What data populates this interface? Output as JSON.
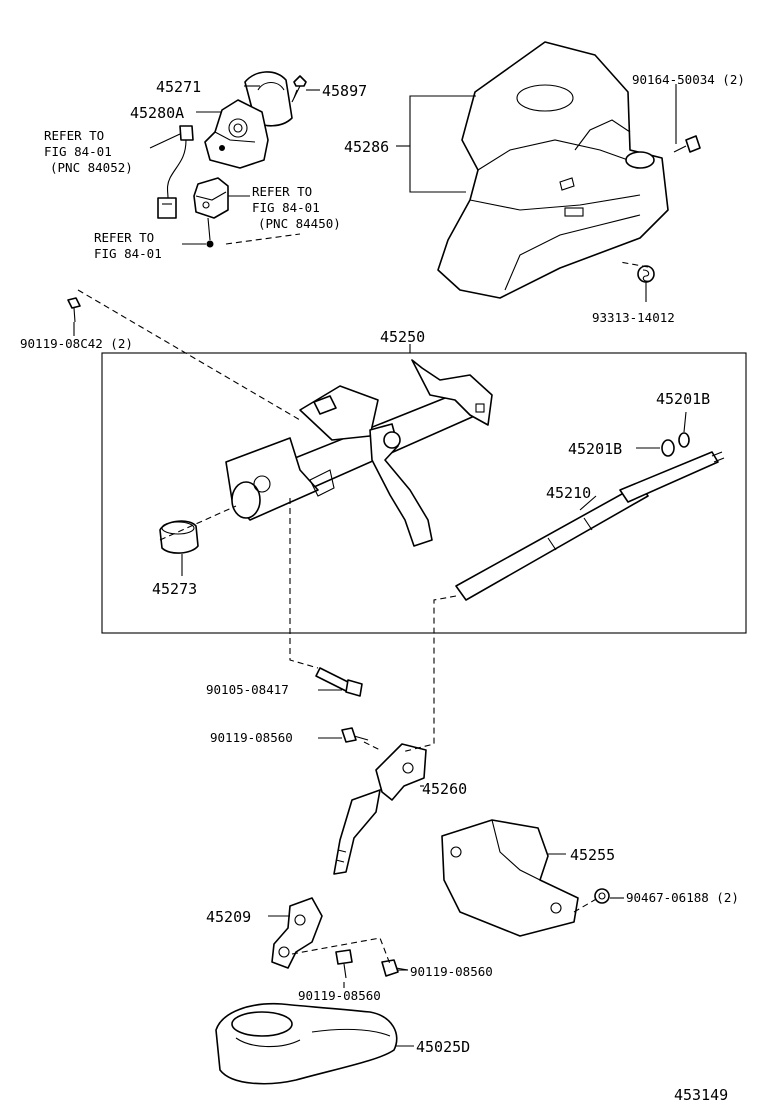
{
  "labels": {
    "p45271": "45271",
    "p45897": "45897",
    "p45280A": "45280A",
    "ref1_l1": "REFER TO",
    "ref1_l2": "FIG 84-01",
    "ref1_l3": "(PNC 84052)",
    "ref2_l1": "REFER TO",
    "ref2_l2": "FIG 84-01",
    "ref2_l3": "(PNC 84450)",
    "ref3_l1": "REFER TO",
    "ref3_l2": "FIG 84-01",
    "p45286": "45286",
    "p90164": "90164-50034 (2)",
    "p93313": "93313-14012",
    "p90119_08C42": "90119-08C42 (2)",
    "p45250": "45250",
    "p45201B_a": "45201B",
    "p45201B_b": "45201B",
    "p45210": "45210",
    "p45273": "45273",
    "p90105": "90105-08417",
    "p90119_08560_a": "90119-08560",
    "p45260": "45260",
    "p45255": "45255",
    "p90467": "90467-06188 (2)",
    "p45209": "45209",
    "p90119_08560_b": "90119-08560",
    "p90119_08560_c": "90119-08560",
    "p45025D": "45025D",
    "figure_number": "453149"
  }
}
